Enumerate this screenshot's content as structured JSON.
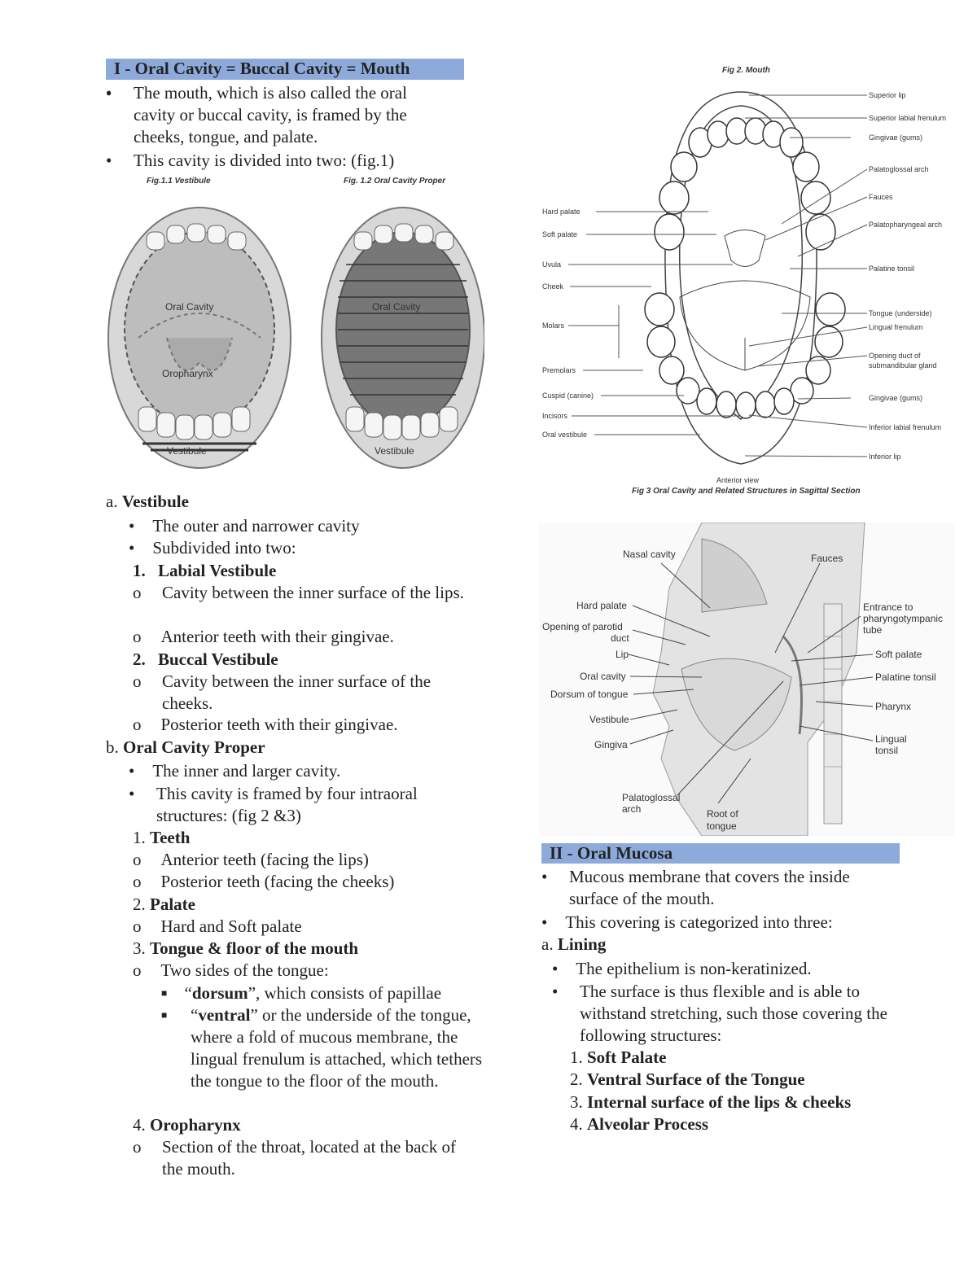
{
  "left": {
    "header": "I - Oral Cavity = Buccal Cavity = Mouth",
    "intro_bullets": [
      "The mouth, which is also called the oral cavity or buccal cavity, is framed by the cheeks, tongue, and palate.",
      "This cavity is divided into two: (fig.1)"
    ],
    "fig1": {
      "caption1": "Fig.1.1 Vestibule",
      "caption2": "Fig. 1.2 Oral Cavity Proper",
      "label_oral_cavity": "Oral Cavity",
      "label_oropharynx": "Oropharynx",
      "label_vestibule": "Vestibule"
    },
    "vestibule": {
      "marker": "a.",
      "title": "Vestibule",
      "bullets": [
        "The outer and narrower cavity",
        "Subdivided into two:"
      ],
      "labial": {
        "num": "1.",
        "title": "Labial Vestibule",
        "items": [
          "Cavity between the inner surface of the lips.",
          "Anterior teeth with their gingivae."
        ]
      },
      "buccal": {
        "num": "2.",
        "title": "Buccal Vestibule",
        "items": [
          "Cavity between the inner surface of the cheeks.",
          "Posterior teeth with their gingivae."
        ]
      }
    },
    "proper": {
      "marker": "b.",
      "title": "Oral Cavity Proper",
      "bullets": [
        "The inner and larger cavity.",
        "This cavity is framed by four intraoral structures: (fig 2 &3)"
      ],
      "teeth": {
        "num": "1.",
        "title": "Teeth",
        "items": [
          "Anterior teeth (facing the lips)",
          "Posterior teeth (facing the cheeks)"
        ]
      },
      "palate": {
        "num": "2.",
        "title": "Palate",
        "items": [
          "Hard and Soft palate"
        ]
      },
      "tongue": {
        "num": "3.",
        "title": "Tongue & floor of the mouth",
        "items": [
          "Two sides of the tongue:"
        ],
        "dorsum_q1": "“",
        "dorsum_b": "dorsum",
        "dorsum_rest": "”, which consists of papillae",
        "ventral_q1": "“",
        "ventral_b": "ventral",
        "ventral_rest": "” or the underside of the tongue, where a fold of mucous membrane, the lingual frenulum is attached, which tethers the tongue to the floor of the mouth."
      },
      "oropharynx": {
        "num": "4.",
        "title": "Oropharynx",
        "items": [
          "Section of the throat, located at the back of the mouth."
        ]
      }
    }
  },
  "fig2": {
    "title": "Fig 2. Mouth",
    "left_labels": [
      "Hard palate",
      "Soft palate",
      "Uvula",
      "Cheek",
      "Molars",
      "Premolars",
      "Cuspid (canine)",
      "Incisors",
      "Oral vestibule"
    ],
    "right_labels": [
      "Superior lip",
      "Superior labial frenulum",
      "Gingivae (gums)",
      "Palatoglossal arch",
      "Fauces",
      "Palatopharyngeal arch",
      "Palatine tonsil",
      "Tongue (underside)",
      "Lingual frenulum",
      "Opening duct of",
      "submandibular gland",
      "Gingivae (gums)",
      "Inferior labial frenulum",
      "Inferior lip"
    ],
    "bottom": "Anterior view"
  },
  "fig3": {
    "title": "Fig 3  Oral Cavity and Related Structures in Sagittal Section",
    "left_labels": [
      "Nasal cavity",
      "Hard palate",
      "Opening of parotid",
      "duct",
      "Lip",
      "Oral cavity",
      "Dorsum of tongue",
      "Vestibule",
      "Gingiva",
      "Palatoglossal",
      "arch",
      "Root of",
      "tongue"
    ],
    "right_labels": [
      "Fauces",
      "Entrance to",
      "pharyngotympanic",
      "tube",
      "Soft palate",
      "Palatine tonsil",
      "Pharynx",
      "Lingual",
      "tonsil"
    ]
  },
  "right": {
    "header": "II - Oral Mucosa",
    "bullets": [
      "Mucous membrane that covers the inside surface of the mouth.",
      "This covering is categorized into three:"
    ],
    "lining": {
      "marker": "a.",
      "title": "Lining",
      "bullets": [
        "The epithelium is non-keratinized.",
        "The surface is thus flexible and is able to withstand stretching, such those covering the following structures:"
      ],
      "list": [
        {
          "num": "1.",
          "text": "Soft Palate"
        },
        {
          "num": "2.",
          "text": "Ventral Surface of the Tongue"
        },
        {
          "num": "3.",
          "text": "Internal surface of the lips & cheeks"
        },
        {
          "num": "4.",
          "text": "Alveolar Process"
        }
      ]
    }
  }
}
